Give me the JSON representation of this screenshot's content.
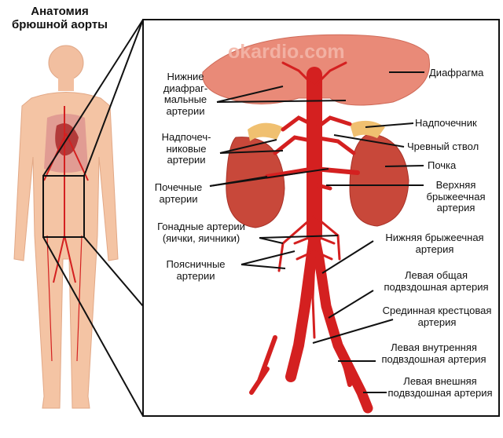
{
  "title": "Анатомия брюшной аорты",
  "watermark": "okardio.com",
  "labels": {
    "diaphragm_arteries": "Нижние диафраг-мальные артерии",
    "adrenal_arteries": "Надпочеч-никовые артерии",
    "renal_arteries": "Почечные артерии",
    "gonadal_arteries": "Гонадные артерии (яички, яичники)",
    "lumbar_arteries": "Поясничные артерии",
    "diaphragm": "Диафрагма",
    "adrenal_gland": "Надпочечник",
    "celiac_trunk": "Чревный ствол",
    "kidney": "Почка",
    "superior_mesenteric": "Верхняя брыжеечная артерия",
    "inferior_mesenteric": "Нижняя брыжеечная артерия",
    "left_common_iliac": "Левая общая подвздошная артерия",
    "median_sacral": "Срединная крестцовая артерия",
    "left_internal_iliac": "Левая внутренняя подвздошная артерия",
    "left_external_iliac": "Левая внешняя подвздошная артерия"
  },
  "colors": {
    "artery": "#d42020",
    "kidney": "#c8483a",
    "diaphragm": "#e98a78",
    "adrenal": "#f0c070",
    "skin": "#f4c4a4"
  }
}
